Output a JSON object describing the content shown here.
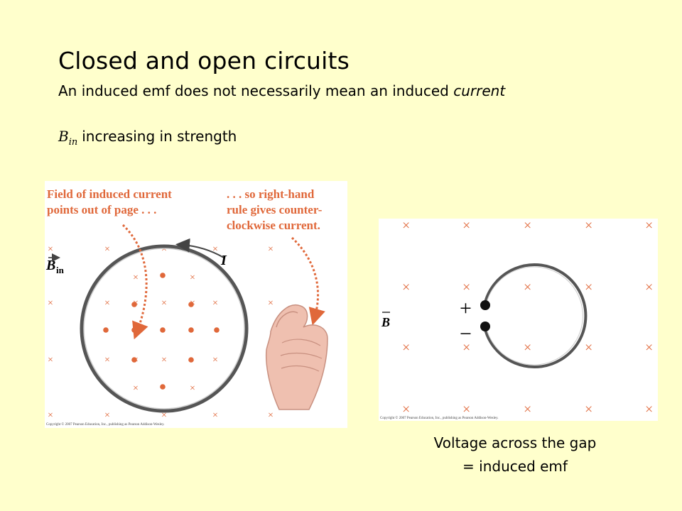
{
  "slide": {
    "title": "Closed and open circuits",
    "subtitle_prefix": "An induced emf does not necessarily mean an induced ",
    "subtitle_emph": "current",
    "condition_symbol": "B",
    "condition_sub": "in",
    "condition_text": "increasing in strength"
  },
  "figure1": {
    "label_left_1": "Field of induced current",
    "label_left_2": "points out of page . . .",
    "label_right_1": ". . . so right-hand",
    "label_right_2": "rule gives counter-",
    "label_right_3": "clockwise current.",
    "field_symbol": "B",
    "field_sub": "in",
    "current_symbol": "I",
    "copyright": "Copyright © 2007 Pearson Education, Inc., publishing as Pearson Addison-Wesley.",
    "accent_color": "#E0683A"
  },
  "figure2": {
    "field_symbol": "B",
    "plus": "+",
    "minus": "−",
    "copyright": "Copyright © 2007 Pearson Education, Inc., publishing as Pearson Addison-Wesley."
  },
  "caption": {
    "line1": "Voltage across the gap",
    "line2": "= induced emf"
  }
}
